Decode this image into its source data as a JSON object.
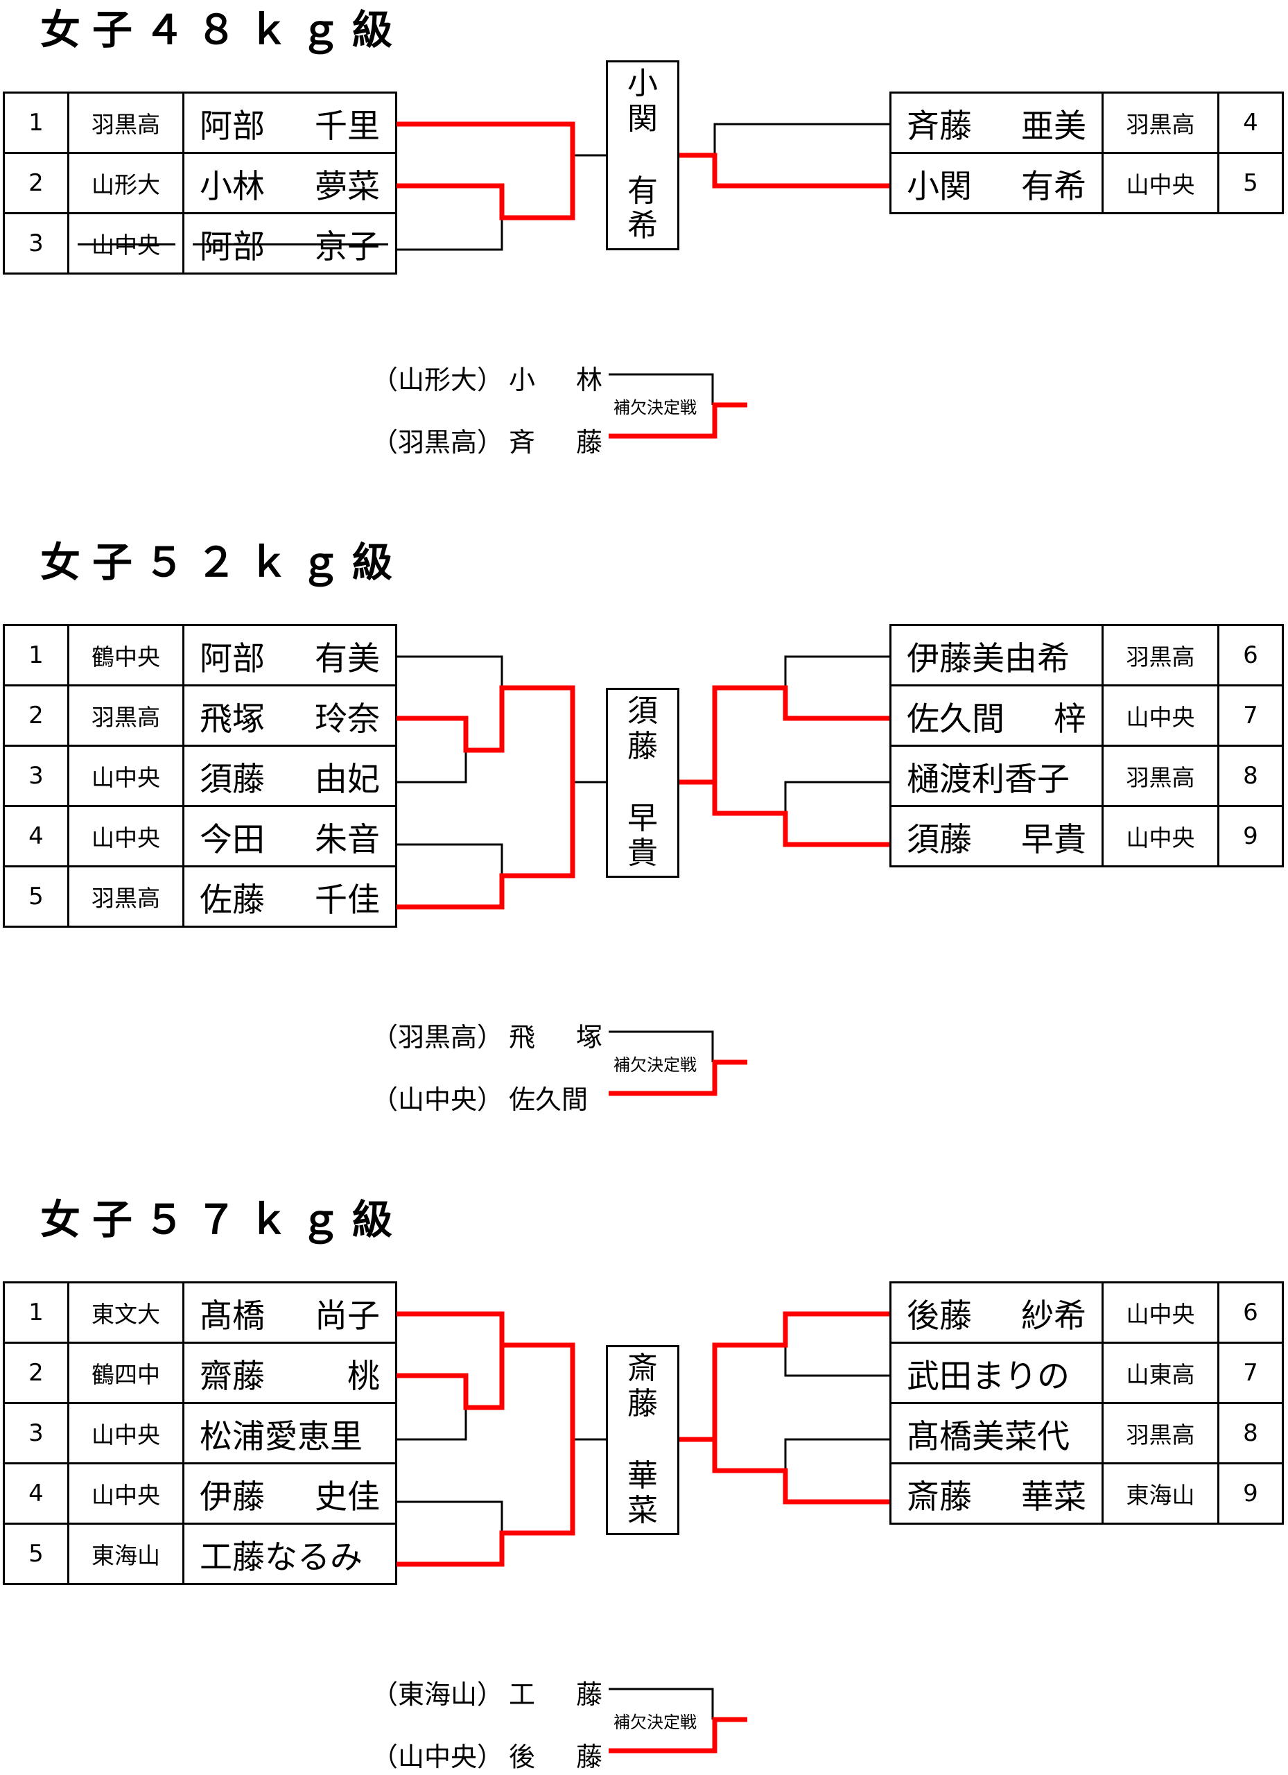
{
  "brackets": [
    {
      "title": "女子４８ｋｇ級",
      "left_entries": [
        {
          "num": "1",
          "school": "羽黒高",
          "name": [
            "阿部",
            "千里"
          ]
        },
        {
          "num": "2",
          "school": "山形大",
          "name": [
            "小林",
            "夢菜"
          ]
        },
        {
          "num": "3",
          "school": "山中央",
          "name": [
            "阿部",
            "京子"
          ],
          "withdrawn": true
        }
      ],
      "right_entries": [
        {
          "num": "4",
          "school": "羽黒高",
          "name": [
            "斉藤",
            "亜美"
          ]
        },
        {
          "num": "5",
          "school": "山中央",
          "name": [
            "小関",
            "有希"
          ]
        }
      ],
      "champion": [
        "小",
        "関",
        "有",
        "希"
      ],
      "playoff": {
        "label": "補欠決定戦",
        "rows": [
          {
            "school": "（山形大）",
            "name": [
              "小",
              "林"
            ]
          },
          {
            "school": "（羽黒高）",
            "name": [
              "斉",
              "藤"
            ]
          }
        ],
        "winner_index": 1
      }
    },
    {
      "title": "女子５２ｋｇ級",
      "left_entries": [
        {
          "num": "1",
          "school": "鶴中央",
          "name": [
            "阿部",
            "有美"
          ]
        },
        {
          "num": "2",
          "school": "羽黒高",
          "name": [
            "飛塚",
            "玲奈"
          ]
        },
        {
          "num": "3",
          "school": "山中央",
          "name": [
            "須藤",
            "由妃"
          ]
        },
        {
          "num": "4",
          "school": "山中央",
          "name": [
            "今田",
            "朱音"
          ]
        },
        {
          "num": "5",
          "school": "羽黒高",
          "name": [
            "佐藤",
            "千佳"
          ]
        }
      ],
      "right_entries": [
        {
          "num": "6",
          "school": "羽黒高",
          "name": [
            "伊藤美由希"
          ]
        },
        {
          "num": "7",
          "school": "山中央",
          "name": [
            "佐久間",
            "梓"
          ]
        },
        {
          "num": "8",
          "school": "羽黒高",
          "name": [
            "樋渡利香子"
          ]
        },
        {
          "num": "9",
          "school": "山中央",
          "name": [
            "須藤",
            "早貴"
          ]
        }
      ],
      "champion": [
        "須",
        "藤",
        "早",
        "貴"
      ],
      "playoff": {
        "label": "補欠決定戦",
        "rows": [
          {
            "school": "（羽黒高）",
            "name": [
              "飛",
              "塚"
            ]
          },
          {
            "school": "（山中央）",
            "name": [
              "佐久間"
            ]
          }
        ],
        "winner_index": 1
      }
    },
    {
      "title": "女子５７ｋｇ級",
      "left_entries": [
        {
          "num": "1",
          "school": "東文大",
          "name": [
            "髙橋",
            "尚子"
          ]
        },
        {
          "num": "2",
          "school": "鶴四中",
          "name": [
            "齋藤",
            "桃"
          ]
        },
        {
          "num": "3",
          "school": "山中央",
          "name": [
            "松浦愛恵里"
          ]
        },
        {
          "num": "4",
          "school": "山中央",
          "name": [
            "伊藤",
            "史佳"
          ]
        },
        {
          "num": "5",
          "school": "東海山",
          "name": [
            "工藤なるみ"
          ]
        }
      ],
      "right_entries": [
        {
          "num": "6",
          "school": "山中央",
          "name": [
            "後藤",
            "紗希"
          ]
        },
        {
          "num": "7",
          "school": "山東高",
          "name": [
            "武田まりの"
          ]
        },
        {
          "num": "8",
          "school": "羽黒高",
          "name": [
            "髙橋美菜代"
          ]
        },
        {
          "num": "9",
          "school": "東海山",
          "name": [
            "斎藤",
            "華菜"
          ]
        }
      ],
      "champion": [
        "斎",
        "藤",
        "華",
        "菜"
      ],
      "playoff": {
        "label": "補欠決定戦",
        "rows": [
          {
            "school": "（東海山）",
            "name": [
              "工",
              "藤"
            ]
          },
          {
            "school": "（山中央）",
            "name": [
              "後",
              "藤"
            ]
          }
        ],
        "winner_index": 1
      }
    }
  ],
  "colors": {
    "winner_line": "#ff0000",
    "line": "#000000"
  }
}
